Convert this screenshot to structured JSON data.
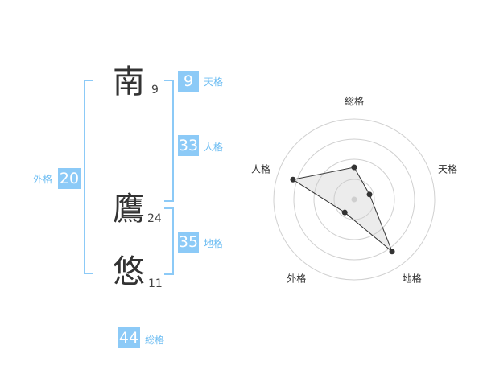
{
  "name_chars": [
    {
      "char": "南",
      "strokes": "9"
    },
    {
      "char": "鷹",
      "strokes": "24"
    },
    {
      "char": "悠",
      "strokes": "11"
    }
  ],
  "boxes": {
    "tenkaku": {
      "value": "9",
      "label": "天格"
    },
    "jinkaku": {
      "value": "33",
      "label": "人格"
    },
    "chikaku": {
      "value": "35",
      "label": "地格"
    },
    "gaikaku": {
      "value": "20",
      "label": "外格"
    },
    "soukaku": {
      "value": "44",
      "label": "総格"
    }
  },
  "colors": {
    "accent": "#8ccaf7",
    "text": "#333333"
  },
  "chart_data": {
    "type": "radar",
    "axes": [
      "総格",
      "天格",
      "地格",
      "外格",
      "人格"
    ],
    "values": [
      2,
      1,
      4,
      1,
      4
    ],
    "rmax": 5,
    "rings": 4
  }
}
